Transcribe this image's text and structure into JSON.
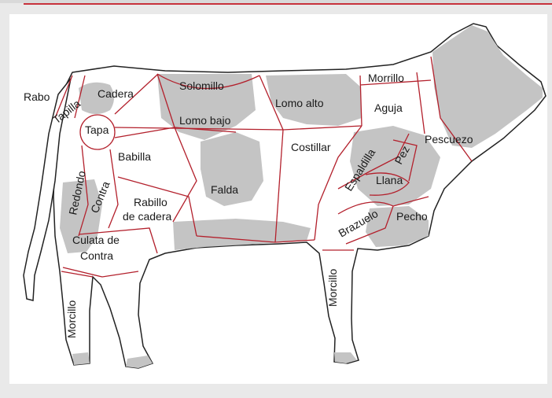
{
  "colors": {
    "outline": "#222222",
    "cut_lines": "#b3202c",
    "patch": "#c4c4c4",
    "body": "#ffffff",
    "accent_bar": "#c8323c"
  },
  "labels": {
    "rabo": "Rabo",
    "tapilla": "Tapilla",
    "cadera": "Cadera",
    "tapa": "Tapa",
    "solomillo": "Solomillo",
    "lomo_bajo": "Lomo bajo",
    "lomo_alto": "Lomo alto",
    "morrillo": "Morrillo",
    "aguja": "Aguja",
    "pescuezo": "Pescuezo",
    "babilla": "Babilla",
    "redondo": "Redondo",
    "contra": "Contra",
    "rabillo_line1": "Rabillo",
    "rabillo_line2": "de cadera",
    "falda": "Falda",
    "costillar": "Costillar",
    "espaldilla": "Espaldilla",
    "pez": "Pez",
    "llana": "Llana",
    "brazuelo": "Brazuelo",
    "pecho": "Pecho",
    "culata_line1": "Culata de",
    "culata_line2": "Contra",
    "morcillo_rear": "Morcillo",
    "morcillo_front": "Morcillo"
  }
}
